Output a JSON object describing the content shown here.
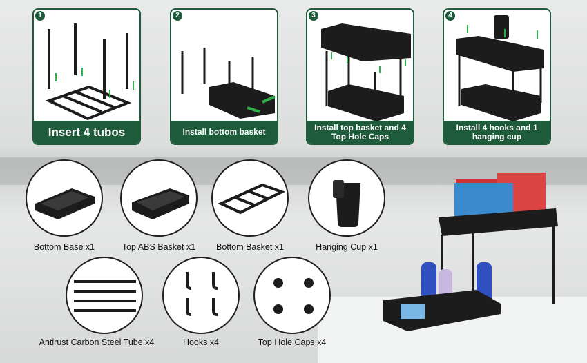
{
  "steps": [
    {
      "number": "1",
      "label": "Insert 4 tubos"
    },
    {
      "number": "2",
      "label": "Install bottom basket"
    },
    {
      "number": "3",
      "label": "Install top basket and 4 Top Hole Caps"
    },
    {
      "number": "4",
      "label": "Install 4 hooks and 1 hanging cup"
    }
  ],
  "parts": [
    {
      "label": "Bottom Base x1"
    },
    {
      "label": "Top ABS Basket x1"
    },
    {
      "label": "Bottom Basket x1"
    },
    {
      "label": "Hanging Cup x1"
    },
    {
      "label": "Antirust Carbon Steel Tube x4"
    },
    {
      "label": "Hooks x4"
    },
    {
      "label": "Top Hole Caps x4"
    }
  ],
  "colors": {
    "accent": "#1d5b3a",
    "arrow": "#2fb24a",
    "product": "#1c1c1c"
  }
}
